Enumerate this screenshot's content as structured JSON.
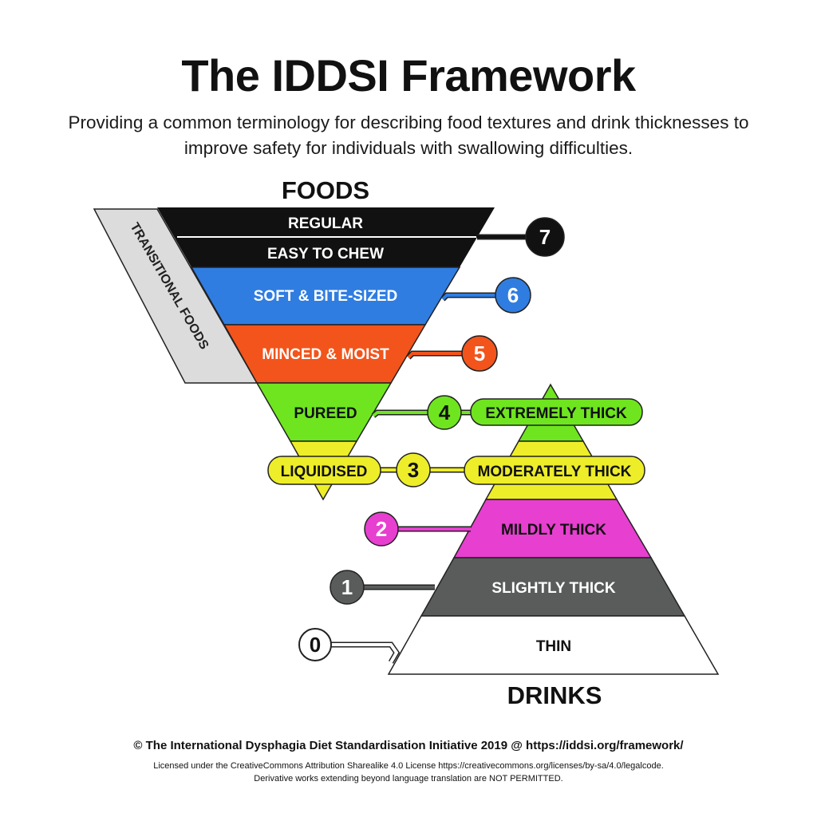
{
  "title": "The IDDSI Framework",
  "subtitle": "Providing a common terminology for describing food textures and drink thicknesses to improve safety for individuals with swallowing difficulties.",
  "foods": {
    "heading": "FOODS",
    "transitional": "TRANSITIONAL FOODS",
    "levels": [
      {
        "level": "7",
        "labels": [
          "REGULAR",
          "EASY TO CHEW"
        ],
        "color": "#111111"
      },
      {
        "level": "6",
        "label": "SOFT & BITE-SIZED",
        "color": "#2f7de1"
      },
      {
        "level": "5",
        "label": "MINCED & MOIST",
        "color": "#f2541b"
      },
      {
        "level": "4",
        "label": "PUREED",
        "color": "#6fe51f"
      },
      {
        "level": "3",
        "label": "LIQUIDISED",
        "color": "#eded2a"
      }
    ]
  },
  "drinks": {
    "heading": "DRINKS",
    "levels": [
      {
        "level": "4",
        "label": "EXTREMELY THICK",
        "color": "#6fe51f"
      },
      {
        "level": "3",
        "label": "MODERATELY THICK",
        "color": "#eded2a"
      },
      {
        "level": "2",
        "label": "MILDLY THICK",
        "color": "#e73fcf"
      },
      {
        "level": "1",
        "label": "SLIGHTLY THICK",
        "color": "#5a5c5c"
      },
      {
        "level": "0",
        "label": "THIN",
        "color": "#ffffff"
      }
    ]
  },
  "footer": {
    "copyright": "© The International Dysphagia Diet Standardisation Initiative 2019 @ https://iddsi.org/framework/",
    "license": "Licensed under the CreativeCommons Attribution Sharealike 4.0 License https://creativecommons.org/licenses/by-sa/4.0/legalcode.",
    "notice": "Derivative works extending beyond language translation are NOT PERMITTED."
  }
}
